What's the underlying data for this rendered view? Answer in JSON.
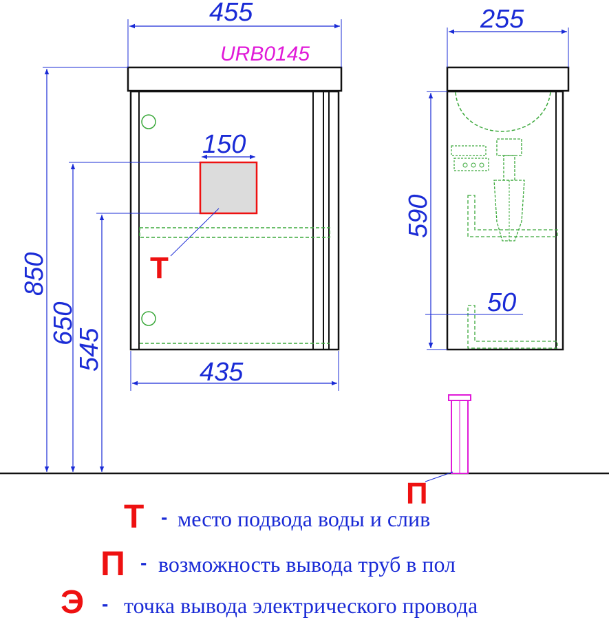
{
  "model": "URB0145",
  "front_view": {
    "width_top": "455",
    "width_body": "435",
    "height_total": "850",
    "height_panel_top": "650",
    "height_panel_bottom": "545",
    "panel_width": "150"
  },
  "side_view": {
    "depth": "255",
    "height_body": "590",
    "height_outlet": "50"
  },
  "markers": {
    "water": "Т",
    "floor": "П"
  },
  "legend": [
    {
      "mark": "Т",
      "dash": "-",
      "text": "место подвода воды и слив"
    },
    {
      "mark": "П",
      "dash": "-",
      "text": "возможность вывода труб в пол"
    },
    {
      "mark": "Э",
      "dash": "-",
      "text": "точка вывода электрического провода"
    }
  ],
  "colors": {
    "dimension": "#1a2bd6",
    "model": "#e01ad8",
    "marker": "#ee1111",
    "hidden": "#3aa83a",
    "outline": "#111111"
  }
}
